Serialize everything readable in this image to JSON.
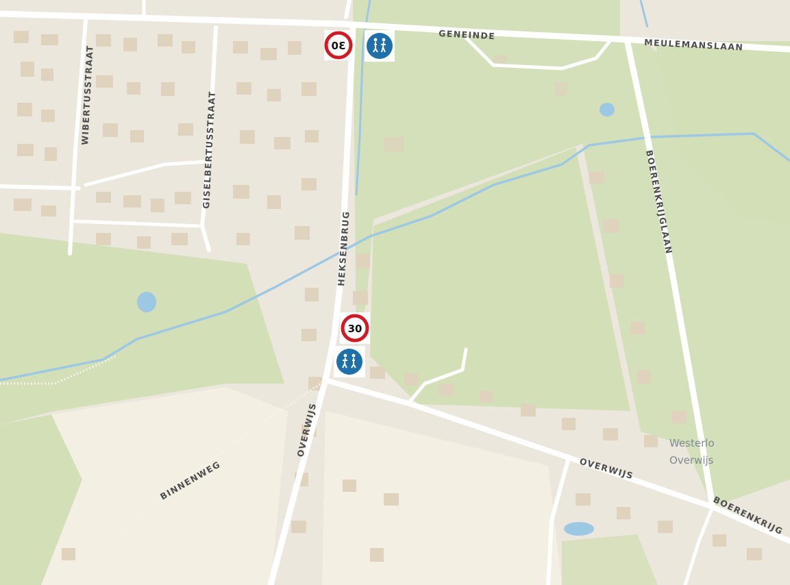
{
  "colors": {
    "land": "#ece7dd",
    "park": "#d3dfb7",
    "buildings": "#e0d3bd",
    "roads": "#ffffff",
    "water": "#9cc8e4",
    "sign_red": "#d01a24",
    "sign_blue": "#1f6fa8",
    "label_text": "#4d4d4d",
    "place_text": "#7f8a8e"
  },
  "streets": {
    "geneinde": "GENEINDE",
    "meulemanslaan": "MEULEMANSLAAN",
    "wibertusstraat": "WIBERTUSSTRAAT",
    "giselbertusstraat": "GISELBERTUSSTRAAT",
    "heksenbrug": "HEKSENBRUG",
    "boerenkrijglaan": "BOERENKRIJGLAAN",
    "overwijs_vertical": "OVERWIJS",
    "overwijs_horizontal": "OVERWIJS",
    "binnenweg": "BINNENWEG",
    "boerenkrijg_partial": "BOERENKRIJG"
  },
  "place": {
    "line1": "Westerlo",
    "line2": "Overwijs"
  },
  "signs": {
    "speed_limit_top": {
      "value": "30",
      "mirrored": true,
      "icon": "speed-limit-sign"
    },
    "path_top": {
      "icon": "shared-path-sign"
    },
    "speed_limit_bottom": {
      "value": "30",
      "mirrored": false,
      "icon": "speed-limit-sign"
    },
    "path_bottom": {
      "icon": "shared-path-sign"
    }
  }
}
